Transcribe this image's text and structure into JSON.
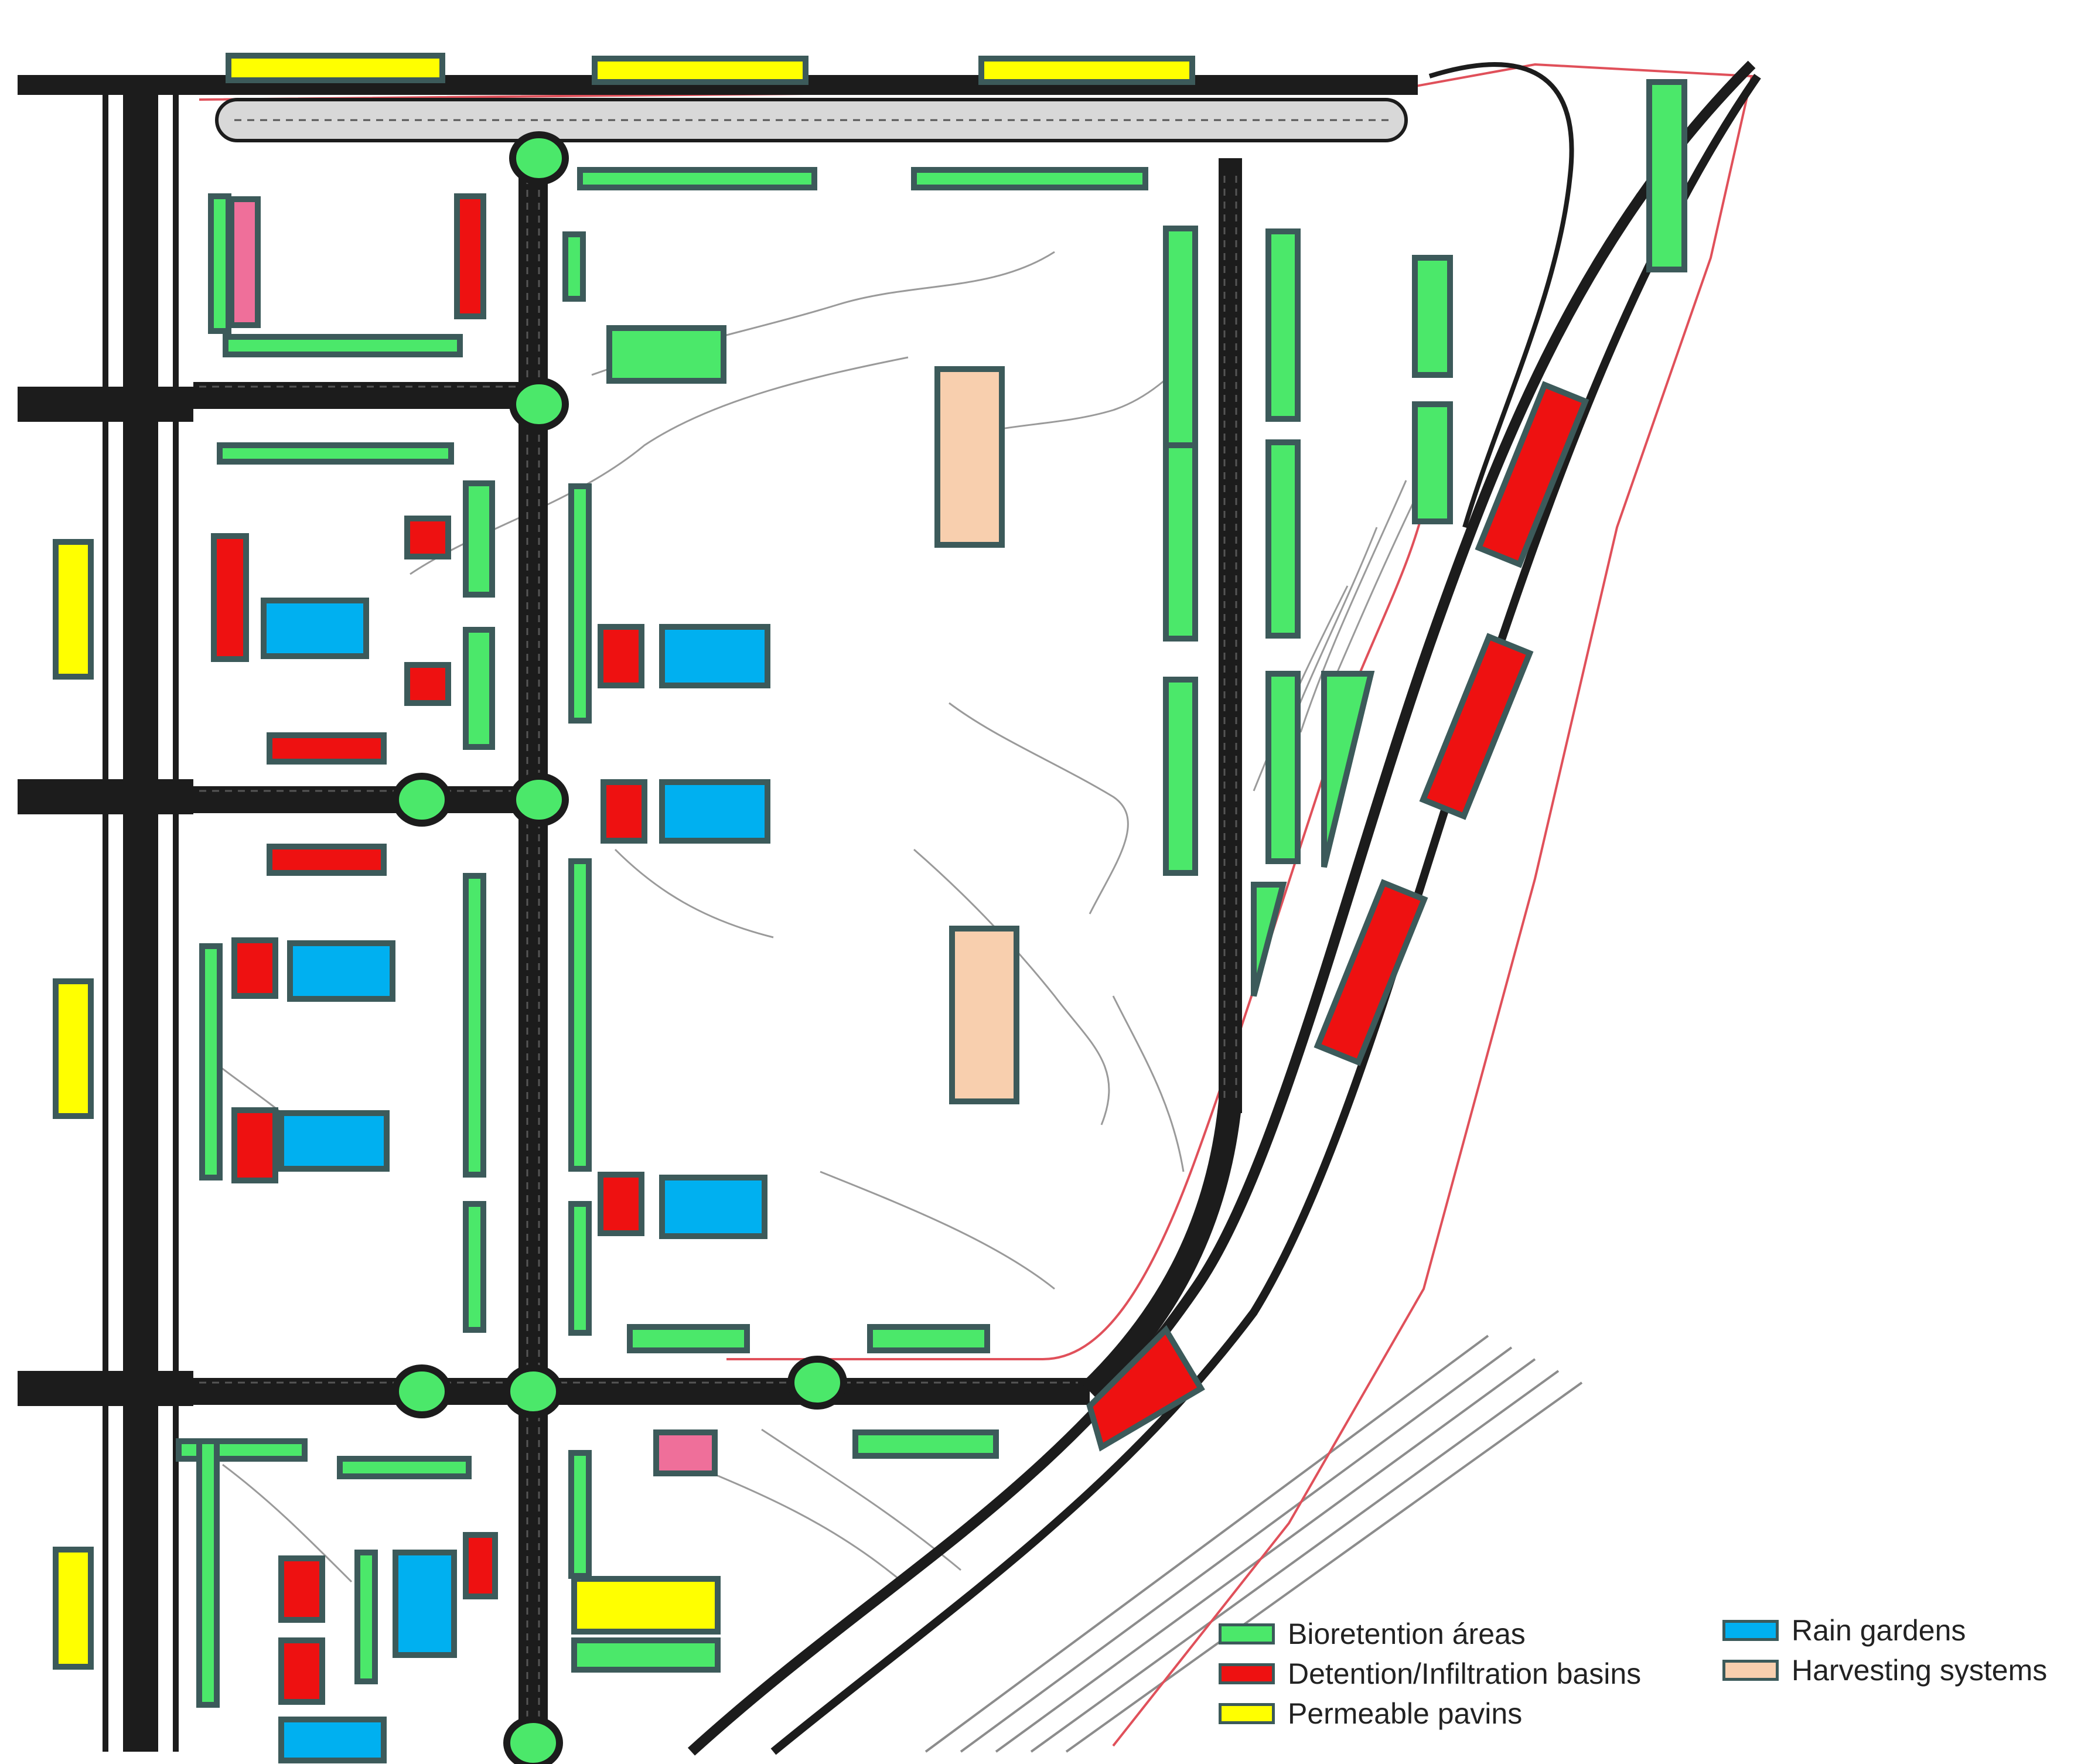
{
  "legend": {
    "col1": [
      {
        "label": "Bioretention áreas",
        "color": "#4be86a",
        "icon": "bioretention-swatch"
      },
      {
        "label": "Detention/Infiltration basins",
        "color": "#ee1111",
        "icon": "detention-swatch"
      },
      {
        "label": "Permeable pavins",
        "color": "#ffff00",
        "icon": "permeable-swatch"
      }
    ],
    "col2": [
      {
        "label": "Rain gardens",
        "color": "#00b0f0",
        "icon": "rain-garden-swatch"
      },
      {
        "label": "Harvesting systems",
        "color": "#f8cfae",
        "icon": "harvesting-swatch"
      }
    ]
  },
  "colors": {
    "bioretention": "#4be86a",
    "detention": "#ee1111",
    "permeable": "#ffff00",
    "rain_garden": "#00b0f0",
    "harvesting": "#f8cfae",
    "pink_area": "#ef6f9a",
    "outline": "#3c5a5a",
    "road": "#1c1c1c",
    "boundary": "#e0505a",
    "contour": "#8a8a8a"
  }
}
